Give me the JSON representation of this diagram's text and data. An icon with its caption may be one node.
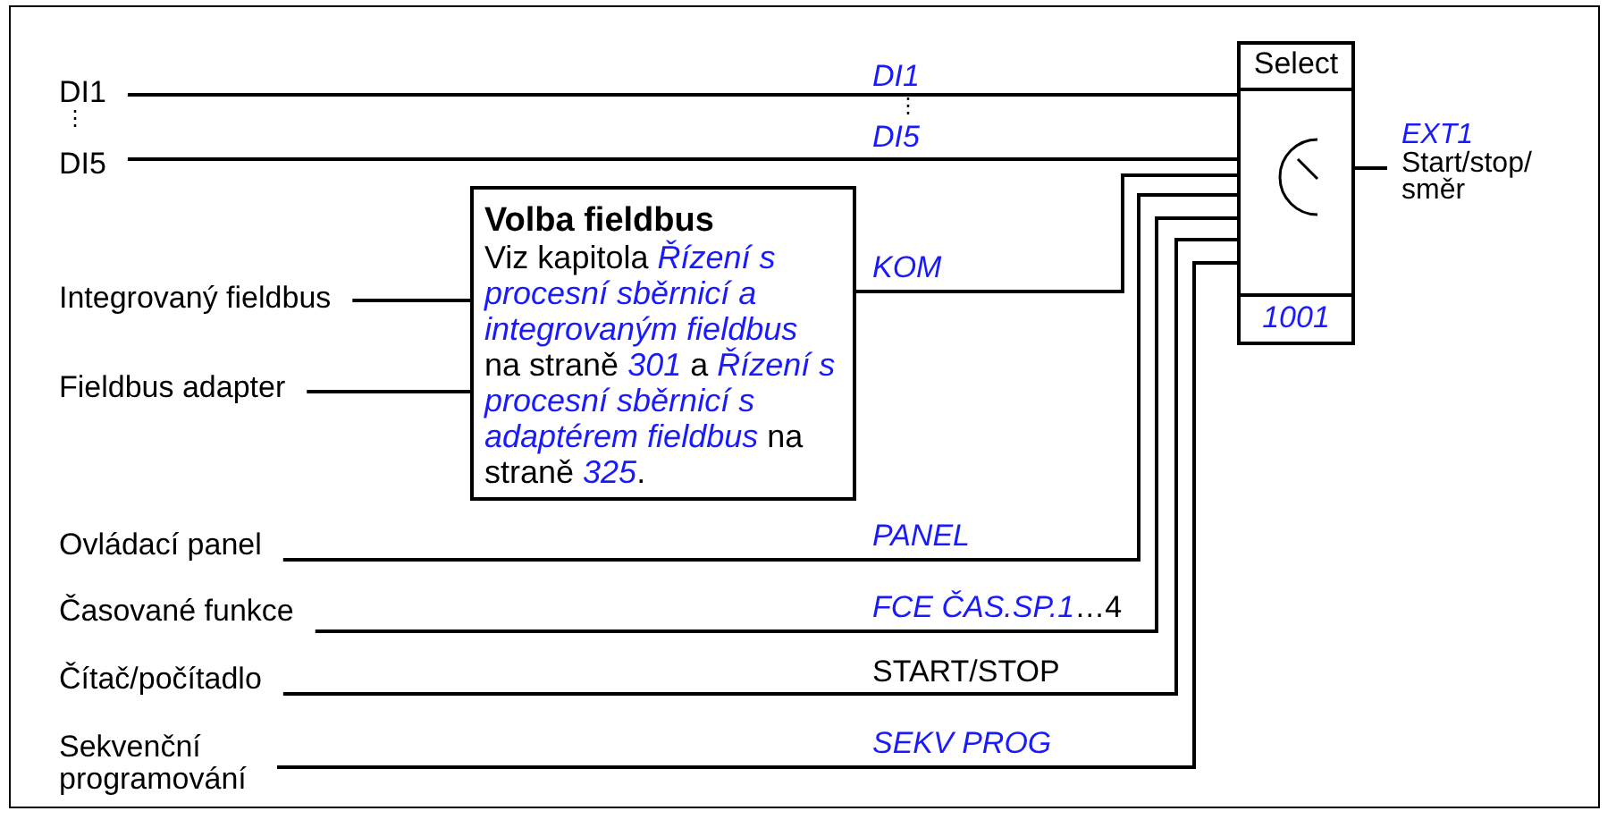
{
  "diagram": {
    "nodes": [
      {
        "text": [
          "DI1"
        ]
      },
      {
        "text": [
          "DI5"
        ]
      },
      {
        "text": [
          "Integrovaný fieldbus"
        ]
      },
      {
        "text": [
          "Fieldbus adapter"
        ]
      },
      {
        "text": [
          "Volba fieldbus",
          "Viz kapitola *Řízení s procesní sběrnicí a integrovaným fieldbus* na straně *301* a *Řízení s procesní sběrnicí s adaptérem fieldbus* na straně *325*."
        ]
      },
      {
        "text": [
          "Ovládací panel"
        ]
      },
      {
        "text": [
          "Časované funkce"
        ]
      },
      {
        "text": [
          "Čítač/počítadlo"
        ]
      },
      {
        "text": [
          "Sekvenční programování"
        ]
      },
      {
        "text": [
          "Select",
          "1001"
        ]
      },
      {
        "text": [
          "EXT1",
          "Start/stop/ směr"
        ]
      }
    ],
    "edges": [
      {
        "from": 0,
        "to": 9,
        "arrow": "none",
        "label": "DI1"
      },
      {
        "from": 1,
        "to": 9,
        "arrow": "none",
        "label": "DI5"
      },
      {
        "from": 2,
        "to": 4,
        "arrow": "none"
      },
      {
        "from": 3,
        "to": 4,
        "arrow": "none"
      },
      {
        "from": 4,
        "to": 9,
        "arrow": "none",
        "label": "KOM"
      },
      {
        "from": 5,
        "to": 9,
        "arrow": "none",
        "label": "PANEL"
      },
      {
        "from": 6,
        "to": 9,
        "arrow": "none",
        "label": "*FCE ČAS.SP.1*…4"
      },
      {
        "from": 7,
        "to": 9,
        "arrow": "none",
        "label": "START/STOP"
      },
      {
        "from": 8,
        "to": 9,
        "arrow": "none",
        "label": "SEKV PROG"
      },
      {
        "from": 9,
        "to": 10,
        "arrow": "none"
      }
    ],
    "labels": [
      "⋮",
      "⋮"
    ]
  }
}
